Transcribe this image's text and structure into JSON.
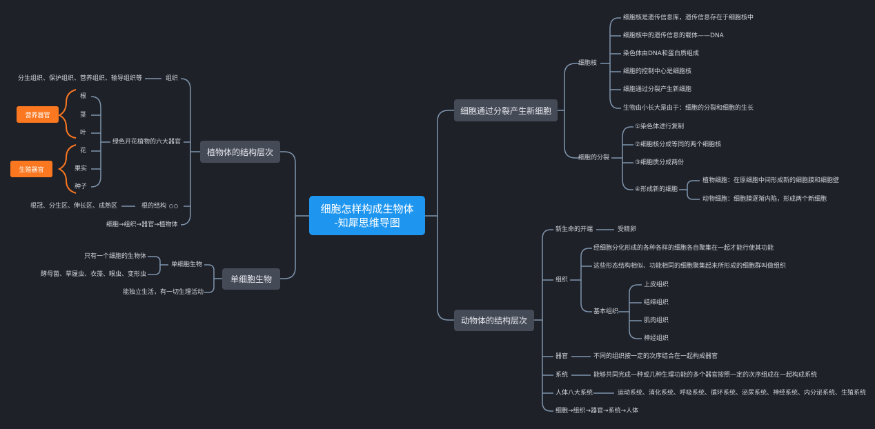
{
  "root": {
    "line1": "细胞怎样构成生物体",
    "line2": "-知犀思维导图"
  },
  "colors": {
    "background": "#1f2129",
    "root": "#1e96f0",
    "branch_box": "#454a57",
    "line": "#7f95ad",
    "tag": "#fb7820"
  },
  "plant": {
    "title": "植物体的结构层次",
    "tissue": {
      "label": "组织",
      "detail": "分生组织、保护组织、营养组织、输导组织等"
    },
    "organs": {
      "label": "绿色开花植物的六大器官",
      "items": [
        "根",
        "茎",
        "叶",
        "花",
        "果实",
        "种子"
      ]
    },
    "tags": {
      "nutrition": "营养器官",
      "reproduction": "生殖器官"
    },
    "root_structure": {
      "label": "根的结构",
      "detail": "根冠、分生区、伸长区、成熟区"
    },
    "sequence": "细胞→组织→器官→植物体"
  },
  "unicellular": {
    "title": "单细胞生物",
    "label": "单细胞生物",
    "details": [
      "只有一个细胞的生物体",
      "酵母菌、草履虫、衣藻、眼虫、变形虫"
    ],
    "life": "能独立生活，有一切生理活动"
  },
  "cell_division": {
    "title": "细胞通过分裂产生新细胞",
    "nucleus": {
      "label": "细胞核",
      "items": [
        "细胞核是遗传信息库，遗传信息存在于细胞核中",
        "细胞核中的遗传信息的载体——DNA",
        "染色体由DNA和蛋白质组成",
        "细胞的控制中心是细胞核",
        "细胞通过分裂产生新细胞",
        "生物由小长大是由于：细胞的分裂和细胞的生长"
      ]
    },
    "division": {
      "label": "细胞的分裂",
      "steps": [
        "①染色体进行复制",
        "②细胞核分成等同的两个细胞核",
        "③细胞质分成两份",
        "④形成新的细胞"
      ],
      "new_cells": [
        "植物细胞：在原细胞中间形成新的细胞膜和细胞壁",
        "动物细胞：细胞膜逐渐内陷，形成两个新细胞"
      ]
    }
  },
  "animal": {
    "title": "动物体的结构层次",
    "start": {
      "label": "新生命的开端",
      "value": "受精卵"
    },
    "tissue": {
      "label": "组织",
      "items": [
        "经细胞分化形成的各种各样的细胞各自聚集在一起才能行使其功能",
        "这些形态结构相似、功能相同的细胞聚集起来所形成的细胞群叫做组织"
      ],
      "basic": {
        "label": "基本组织",
        "items": [
          "上皮组织",
          "结缔组织",
          "肌肉组织",
          "神经组织"
        ]
      }
    },
    "organ": {
      "label": "器官",
      "value": "不同的组织按一定的次序结合在一起构成器官"
    },
    "system": {
      "label": "系统",
      "value": "能够共同完成一种或几种生理功能的多个器官按照一定的次序组成在一起构成系统"
    },
    "eight": {
      "label": "人体八大系统",
      "value": "运动系统、消化系统、呼吸系统、循环系统、泌尿系统、神经系统、内分泌系统、生殖系统"
    },
    "sequence": "细胞→组织→器官→系统→人体"
  }
}
